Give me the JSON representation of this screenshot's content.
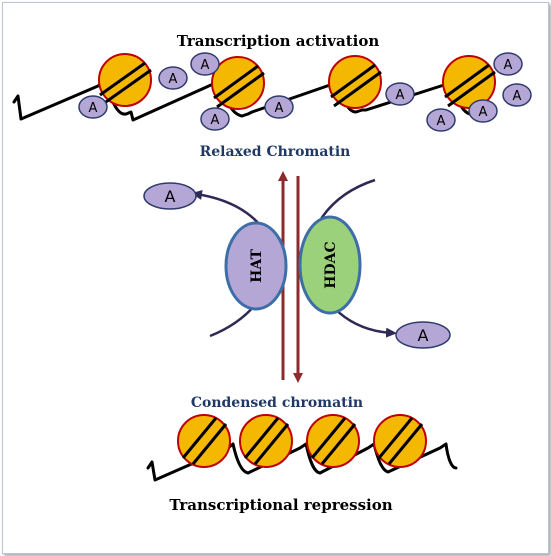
{
  "labels": {
    "top_title": "Transcription activation",
    "relaxed": "Relaxed Chromatin",
    "condensed": "Condensed chromatin",
    "bottom_title": "Transcriptional repression",
    "hat": "HAT",
    "hdac": "HDAC",
    "acetyl": "A"
  },
  "colors": {
    "nucleosome_fill": "#f5b800",
    "nucleosome_stroke": "#c00000",
    "acetyl_fill": "#b4a7d6",
    "acetyl_stroke": "#2f3b6b",
    "hat_fill": "#b4a7d6",
    "hdac_fill": "#9bd17a",
    "enzyme_stroke": "#3d6ea8",
    "arrow_red": "#8b2b2b",
    "arc_navy": "#2e2a55",
    "label_navy": "#1f3864"
  }
}
